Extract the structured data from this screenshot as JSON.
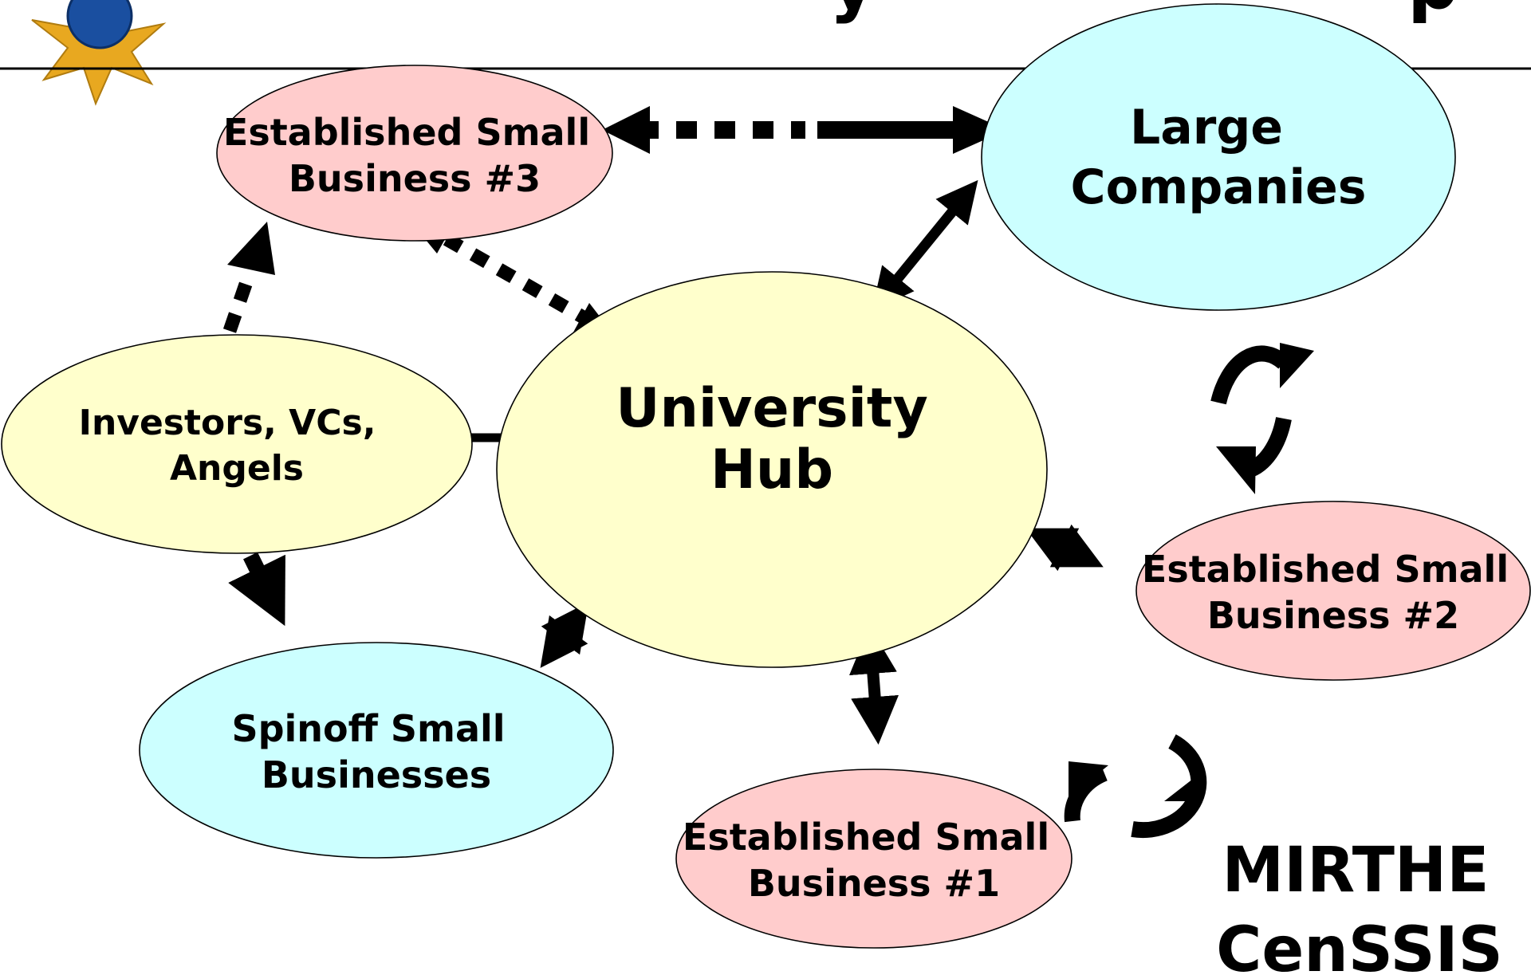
{
  "header": {
    "title_partial": "y",
    "title_partial_right": "p"
  },
  "nodes": {
    "esb3": {
      "line1": "Established Small",
      "line2": "Business #3",
      "color": "#ffcccc"
    },
    "large": {
      "line1": "Large",
      "line2": "Companies",
      "color": "#ccffff"
    },
    "investors": {
      "line1": "Investors, VCs,",
      "line2": "Angels",
      "color": "#ffffcc"
    },
    "hub": {
      "line1": "University",
      "line2": "Hub",
      "color": "#ffffcc"
    },
    "esb2": {
      "line1": "Established Small",
      "line2": "Business #2",
      "color": "#ffcccc"
    },
    "spinoff": {
      "line1": "Spinoff Small",
      "line2": "Businesses",
      "color": "#ccffff"
    },
    "esb1": {
      "line1": "Established Small",
      "line2": "Business #1",
      "color": "#ffcccc"
    }
  },
  "footer": {
    "line1": "MIRTHE",
    "line2": "CenSSIS"
  },
  "colors": {
    "pink": "#ffcccc",
    "cyan": "#ccffff",
    "yellow": "#ffffcc",
    "logo_gold": "#e8a820",
    "logo_blue": "#1a4fa0"
  }
}
